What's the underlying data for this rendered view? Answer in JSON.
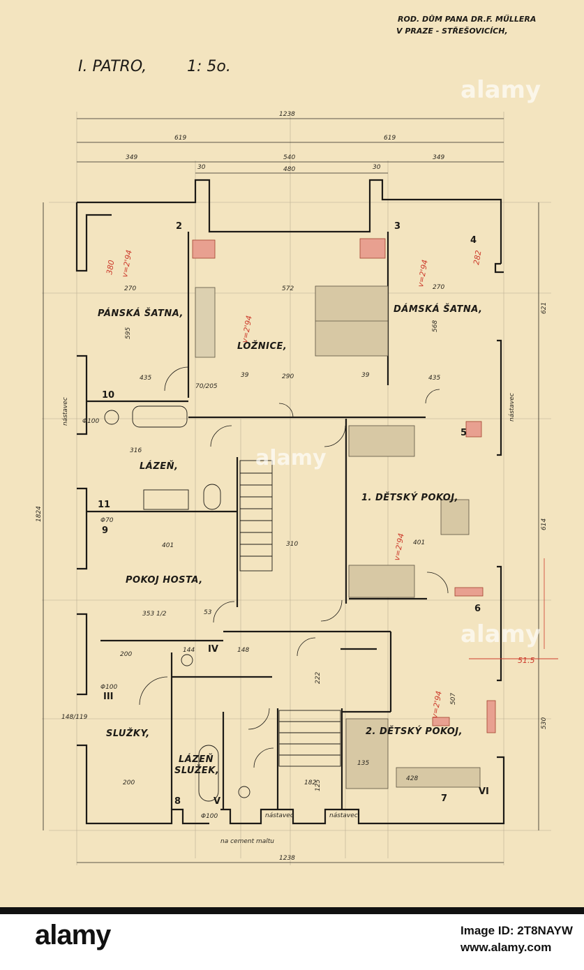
{
  "drawing": {
    "project_line1": "ROD. DŮM PANA DR.F. MŰLLERA",
    "project_line2": "V PRAZE - STŘEŠOVICÍCH,",
    "floor_title": "I. PATRO,",
    "scale": "1: 5o."
  },
  "rooms": {
    "pansky": "PÁNSKÁ ŠATNA,",
    "damsky": "DÁMSKÁ ŠATNA,",
    "loznice": "LOŽNICE,",
    "lazen": "LÁZEŇ,",
    "detsky1": "1. DĚTSKÝ POKOJ,",
    "pokoj_hosta": "POKOJ HOSTA,",
    "sluzky": "SLUŽKY,",
    "lazen_sluzek_1": "LÁZEŇ",
    "lazen_sluzek_2": "SLUŽEK,",
    "detsky2": "2. DĚTSKÝ POKOJ,"
  },
  "markers": {
    "m2": "2",
    "m3": "3",
    "m4": "4",
    "m5": "5",
    "m6": "6",
    "m7": "7",
    "m8": "8",
    "m9": "9",
    "m10": "10",
    "r3": "III",
    "r4": "IV",
    "r5": "V",
    "r6": "VI",
    "r11": "11"
  },
  "dimensions": {
    "top_total": "1238",
    "bottom_total": "1238",
    "half_left": "619",
    "half_right": "619",
    "seg_left": "349",
    "seg_mid": "540",
    "seg_right": "349",
    "mid_inner": "480",
    "w30a": "30",
    "w30b": "30",
    "left_height": "1824",
    "right_top": "621",
    "right_mid": "614",
    "right_bot": "530",
    "d270a": "270",
    "d270b": "270",
    "d572": "572",
    "d435a": "435",
    "d435b": "435",
    "d290": "290",
    "d39a": "39",
    "d39b": "39",
    "d401a": "401",
    "d401b": "401",
    "d310": "310",
    "d200a": "200",
    "d200b": "200",
    "d428": "428",
    "d353": "353 1/2",
    "d316": "316",
    "d595": "595",
    "d568": "568",
    "d222": "222",
    "d507": "507",
    "d182": "182",
    "d125": "125",
    "d135": "135",
    "d148": "148",
    "d144": "144",
    "d70205": "70/205",
    "d53": "53",
    "d148_119": "148/119"
  },
  "annotations": {
    "v294a": "v=2'94",
    "v294b": "v=2'94",
    "v294c": "v=2'94",
    "v294d": "v=2'94",
    "v294e": "v=2'94",
    "red380": "380",
    "red282": "282",
    "red515": "51.5",
    "nastavec1": "nástavec",
    "nastavec2": "nástavec",
    "nastavec3": "nástavec",
    "nastavec4": "nástavec",
    "cement": "na cement maltu",
    "phi100a": "Φ100",
    "phi100b": "Φ100",
    "phi100c": "Φ100",
    "phi70": "Φ70"
  },
  "watermark": {
    "text": "alamy"
  },
  "footer": {
    "logo": "alamy",
    "image_id": "Image ID: 2T8NAYW",
    "url": "www.alamy.com"
  }
}
